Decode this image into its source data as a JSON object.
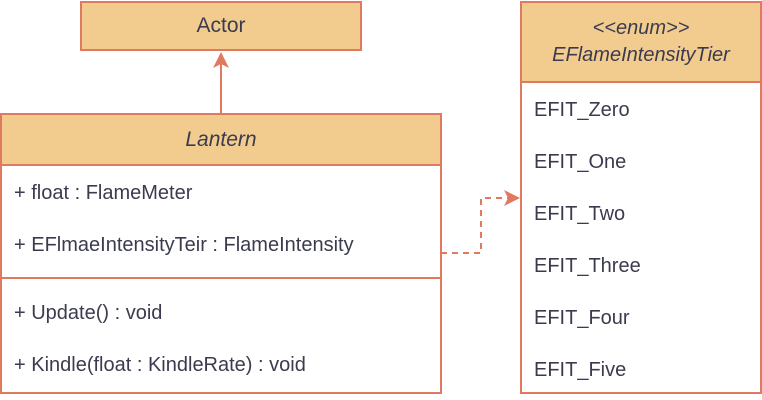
{
  "actor": {
    "name": "Actor"
  },
  "lantern": {
    "name": "Lantern",
    "attributes": [
      "+ float : FlameMeter",
      "+ EFlmaeIntensityTeir : FlameIntensity"
    ],
    "operations": [
      "+ Update() : void",
      "+ Kindle(float : KindleRate) : void"
    ]
  },
  "enum": {
    "stereotype": "<<enum>>",
    "name": "EFlameIntensityTier",
    "values": [
      "EFIT_Zero",
      "EFIT_One",
      "EFIT_Two",
      "EFIT_Three",
      "EFIT_Four",
      "EFIT_Five"
    ]
  },
  "colors": {
    "border": "#e07a5f",
    "header_fill": "#f2cc8f",
    "text": "#3b3b4f"
  }
}
